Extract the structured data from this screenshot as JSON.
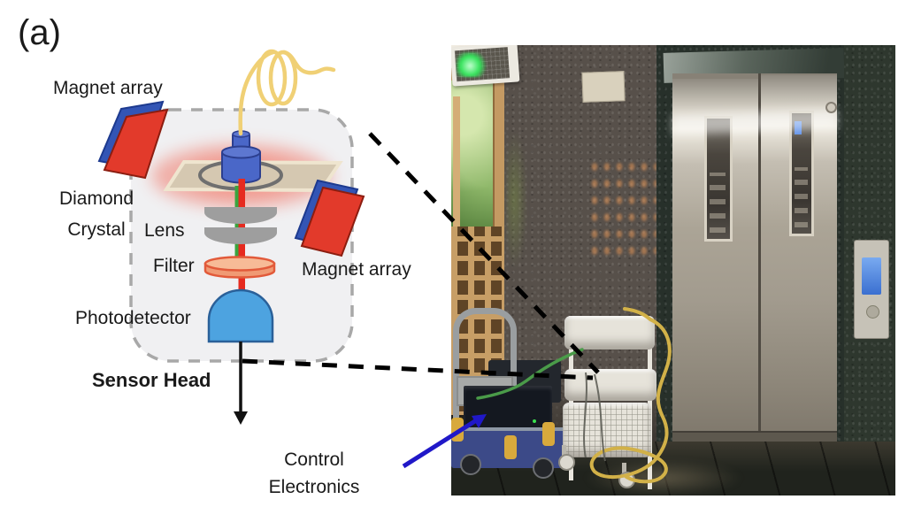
{
  "figure": {
    "panel_label": "(a)",
    "labels": {
      "magnet_array_top": "Magnet array",
      "magnet_array_right": "Magnet array",
      "diamond_line1": "Diamond",
      "diamond_line2": "Crystal",
      "lens": "Lens",
      "filter": "Filter",
      "photodetector": "Photodetector",
      "sensor_head": "Sensor Head",
      "control_line1": "Control",
      "control_line2": "Electronics"
    },
    "colors": {
      "magnet_red": "#e23a2b",
      "magnet_blue": "#3355b5",
      "collimator_blue": "#4a67c8",
      "collimator_outline": "#2c3f8f",
      "plate_tan": "#d5c8b1",
      "plate_edge": "#efe5cf",
      "crystal_ring_gray": "#6f6f6f",
      "beam_red": "#e62a1f",
      "beam_green": "#3aa53f",
      "lens_gray": "#9e9e9e",
      "filter_orange": "#f09a74",
      "filter_top": "#f7bb97",
      "filter_outline": "#e25a3a",
      "photodetector_blue": "#4da3e0",
      "photodetector_outline": "#2a6099",
      "fiber_yellow": "#f0d075",
      "glow_red": "#f0604e",
      "enclosure_fill": "#f0f0f2",
      "enclosure_dash": "#a8a8a8",
      "connector_black": "#000000",
      "arrow_blue": "#2018c8"
    }
  }
}
